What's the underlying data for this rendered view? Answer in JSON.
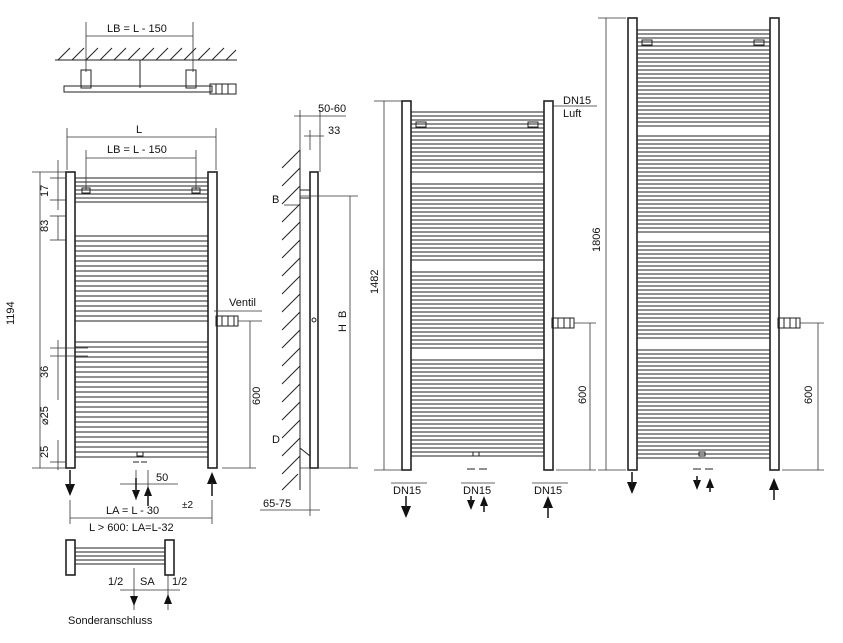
{
  "labels": {
    "lb_top": "LB = L - 150",
    "l": "L",
    "lb_front": "LB = L - 150",
    "d17": "17",
    "d83": "83",
    "d1194": "1194",
    "d36": "36",
    "d25dia": "⌀25",
    "d25": "25",
    "ventil": "Ventil",
    "d600a": "600",
    "d50": "50",
    "la": "LA = L - 30",
    "la_tol": "±2",
    "la_alt": "L > 600: LA=L-32",
    "half_left": "1/2",
    "sa": "SA",
    "half_right": "1/2",
    "sonder": "Sonderanschluss",
    "d5060": "50-60",
    "d33": "33",
    "b_label": "B",
    "h_label": "H",
    "b_label2": "B",
    "d_label": "D",
    "d6575": "65-75",
    "d1482": "1482",
    "dn15_luft": "DN15",
    "luft": "Luft",
    "d600b": "600",
    "dn15_a": "DN15",
    "dn15_b": "DN15",
    "dn15_c": "DN15",
    "d1806": "1806",
    "d600c": "600"
  }
}
